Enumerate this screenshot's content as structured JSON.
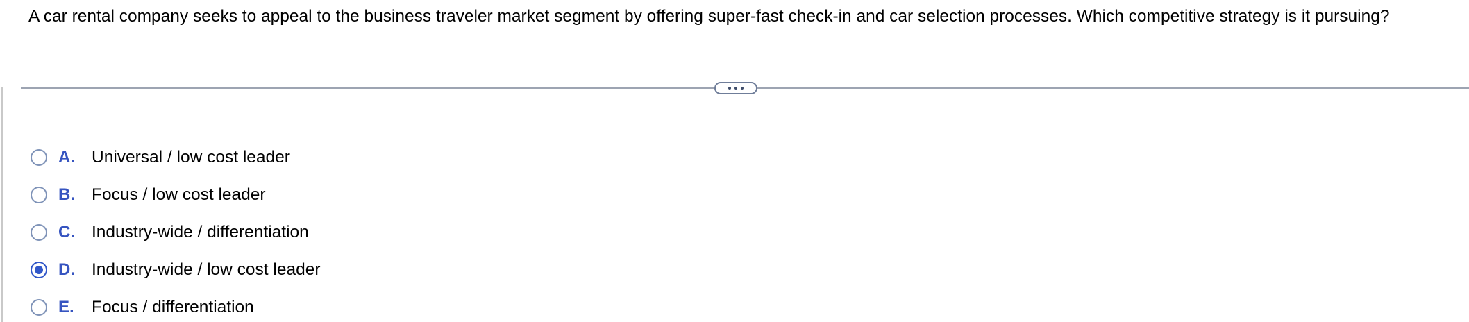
{
  "question": {
    "text": "A car rental company seeks to appeal to the business traveler market segment by offering super-fast check-in and car selection processes. Which competitive strategy is it pursuing?"
  },
  "expand_button": {
    "label": "..."
  },
  "options": [
    {
      "letter": "A.",
      "text": "Universal / low cost leader",
      "selected": false
    },
    {
      "letter": "B.",
      "text": "Focus / low cost leader",
      "selected": false
    },
    {
      "letter": "C.",
      "text": "Industry-wide / differentiation",
      "selected": false
    },
    {
      "letter": "D.",
      "text": "Industry-wide / low cost leader",
      "selected": true
    },
    {
      "letter": "E.",
      "text": "Focus / differentiation",
      "selected": false
    }
  ],
  "colors": {
    "letter": "#3654c0",
    "radio_border": "#7f93b8",
    "radio_selected": "#3157c9",
    "divider": "#9da4b2"
  }
}
